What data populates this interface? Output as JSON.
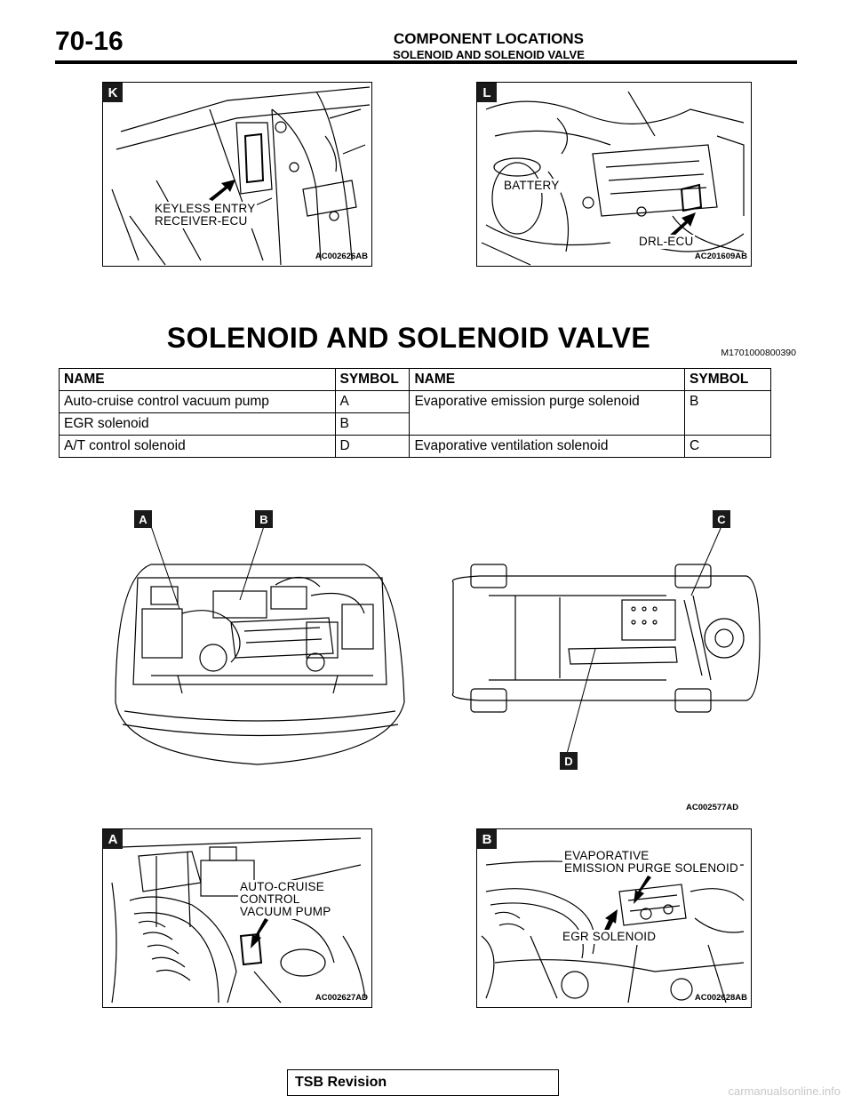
{
  "header": {
    "page_number": "70-16",
    "title": "COMPONENT LOCATIONS",
    "subtitle": "SOLENOID AND SOLENOID VALVE"
  },
  "figures": {
    "k": {
      "letter": "K",
      "code": "AC002626AB",
      "label_line1": "KEYLESS ENTRY",
      "label_line2": "RECEIVER-ECU"
    },
    "l": {
      "letter": "L",
      "code": "AC201609AB",
      "label_battery": "BATTERY",
      "label_drl": "DRL-ECU"
    },
    "overview": {
      "code": "AC002577AD",
      "callouts": [
        "A",
        "B",
        "C",
        "D"
      ]
    },
    "a": {
      "letter": "A",
      "code": "AC002627AD",
      "label_line1": "AUTO-CRUISE",
      "label_line2": "CONTROL",
      "label_line3": "VACUUM PUMP"
    },
    "b": {
      "letter": "B",
      "code": "AC002628AB",
      "label_line1": "EVAPORATIVE",
      "label_line2": "EMISSION PURGE SOLENOID",
      "label_egr": "EGR SOLENOID"
    }
  },
  "section": {
    "title": "SOLENOID AND SOLENOID VALVE",
    "code": "M1701000800390"
  },
  "table": {
    "headers": [
      "NAME",
      "SYMBOL",
      "NAME",
      "SYMBOL"
    ],
    "rows": [
      {
        "name1": "Auto-cruise control vacuum pump",
        "sym1": "A",
        "name2": "Evaporative emission purge solenoid",
        "sym2": "B"
      },
      {
        "name1": "EGR solenoid",
        "sym1": "B"
      },
      {
        "name1": "A/T control solenoid",
        "sym1": "D",
        "name2": "Evaporative ventilation solenoid",
        "sym2": "C"
      }
    ]
  },
  "footer": {
    "tsb": "TSB Revision",
    "watermark": "carmanualsonline.info"
  }
}
